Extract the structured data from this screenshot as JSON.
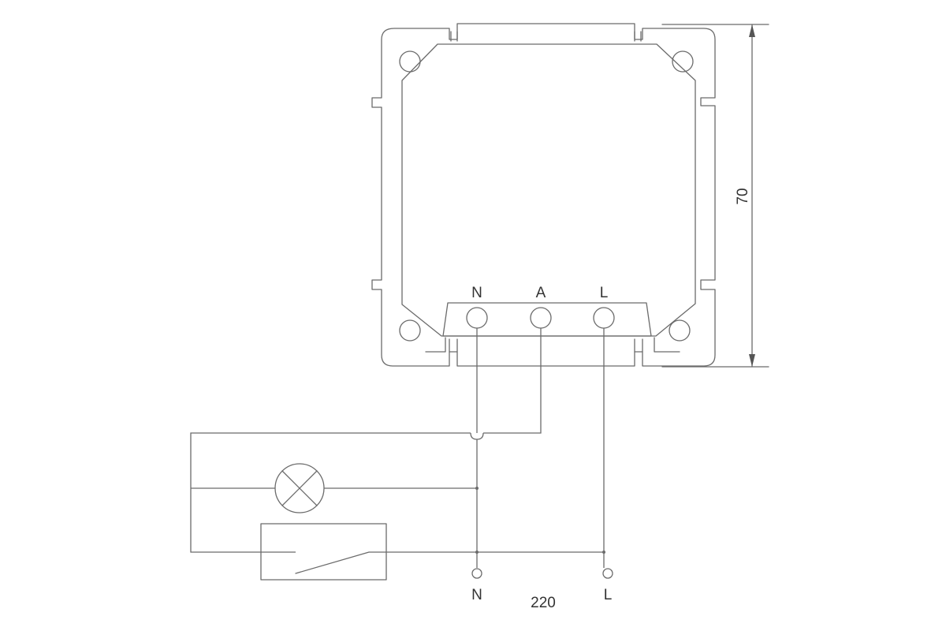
{
  "device": {
    "terminals": [
      "N",
      "A",
      "L"
    ],
    "dimension_label": "70"
  },
  "supply": {
    "terminal_n": "N",
    "terminal_l": "L",
    "voltage_label": "220"
  }
}
